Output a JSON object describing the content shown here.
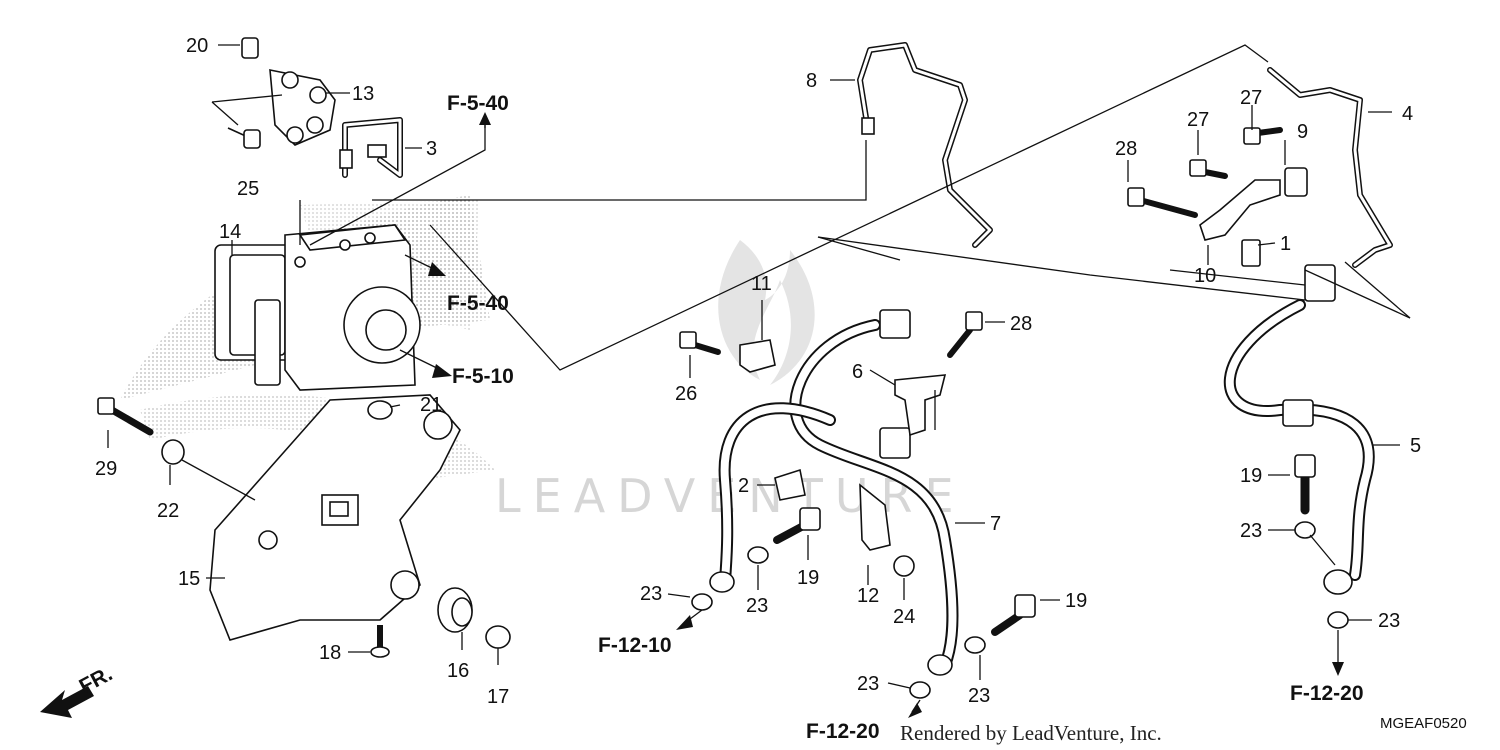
{
  "diagram": {
    "part_numbers": [
      "1",
      "2",
      "3",
      "4",
      "5",
      "6",
      "7",
      "8",
      "9",
      "10",
      "11",
      "12",
      "13",
      "14",
      "15",
      "16",
      "17",
      "18",
      "19",
      "20",
      "21",
      "22",
      "23",
      "24",
      "25",
      "26",
      "27",
      "28",
      "29"
    ],
    "reference_labels": [
      "F-5-40",
      "F-5-10",
      "F-12-10",
      "F-12-20"
    ],
    "watermark": "LEADVENTURE",
    "credit": "Rendered by LeadVenture, Inc.",
    "drawing_code": "MGEAF0520",
    "direction_label": "FR."
  }
}
